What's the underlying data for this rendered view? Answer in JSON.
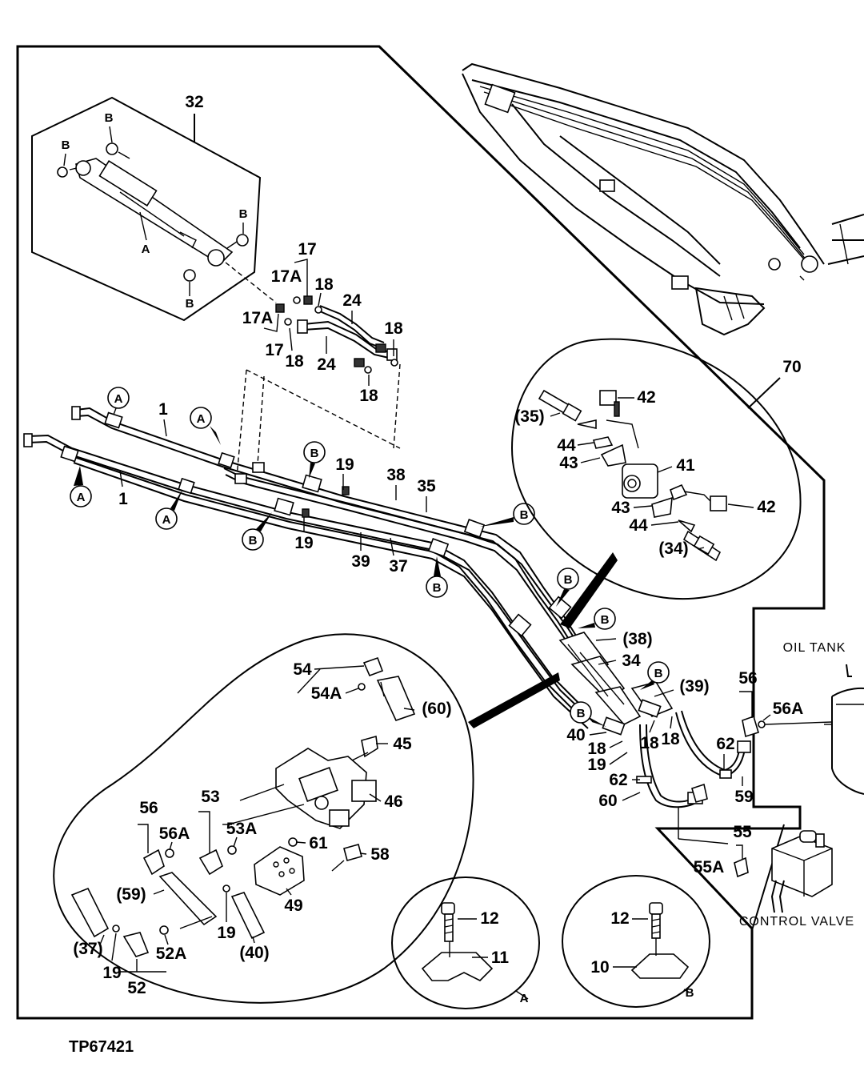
{
  "figure_id": "TP67421",
  "boom_callout": "70",
  "cylinder_callout": "32",
  "letters": {
    "a": "A",
    "b": "B"
  },
  "captions": {
    "oil_tank": "OIL TANK",
    "control_valve": "CONTROL VALVE"
  },
  "labels": {
    "p1": "1",
    "p10": "10",
    "p11": "11",
    "p12": "12",
    "p17": "17",
    "p17a": "17A",
    "p18": "18",
    "p19": "19",
    "p24": "24",
    "p34": "34",
    "p34p": "(34)",
    "p35": "35",
    "p35p": "(35)",
    "p37": "37",
    "p37p": "(37)",
    "p38": "38",
    "p38p": "(38)",
    "p39": "39",
    "p39p": "(39)",
    "p40": "40",
    "p40p": "(40)",
    "p41": "41",
    "p42": "42",
    "p43": "43",
    "p44": "44",
    "p45": "45",
    "p46": "46",
    "p49": "49",
    "p52": "52",
    "p52a": "52A",
    "p53": "53",
    "p53a": "53A",
    "p54": "54",
    "p54a": "54A",
    "p55": "55",
    "p55a": "55A",
    "p56": "56",
    "p56a": "56A",
    "p58": "58",
    "p59": "59",
    "p59p": "(59)",
    "p60": "60",
    "p60p": "(60)",
    "p61": "61",
    "p62": "62"
  }
}
